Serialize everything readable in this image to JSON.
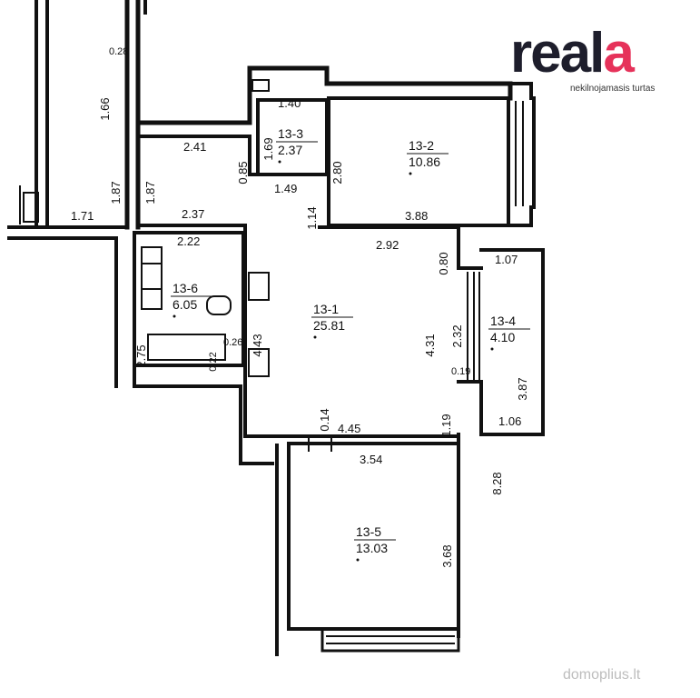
{
  "brand": {
    "name": "reala",
    "tagline": "nekilnojamasis turtas",
    "accent_color": "#e6325a",
    "dark_color": "#1e1e2c"
  },
  "watermark": "domoplius.lt",
  "rooms": [
    {
      "id": "13-1",
      "area": "25.81"
    },
    {
      "id": "13-2",
      "area": "10.86"
    },
    {
      "id": "13-3",
      "area": "2.37"
    },
    {
      "id": "13-4",
      "area": "4.10"
    },
    {
      "id": "13-5",
      "area": "13.03"
    },
    {
      "id": "13-6",
      "area": "6.05"
    }
  ],
  "dimensions": [
    "0.28",
    "1.66",
    "1.87",
    "1.87",
    "1.71",
    "2.41",
    "1.40",
    "1.69",
    "0.85",
    "2.80",
    "1.49",
    "1.14",
    "3.88",
    "2.37",
    "2.22",
    "2.92",
    "0.80",
    "1.07",
    "2.32",
    "4.31",
    "4.43",
    "2.75",
    "0.22",
    "0.26",
    "0.19",
    "3.87",
    "0.14",
    "4.45",
    "1.19",
    "1.06",
    "3.54",
    "8.28",
    "3.68"
  ]
}
